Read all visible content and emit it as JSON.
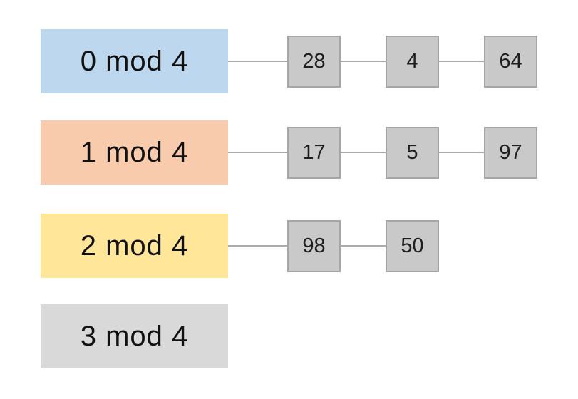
{
  "diagram": {
    "kind": "hash-table-separate-chaining",
    "colors": {
      "bucket_0_fill": "#BDD7EE",
      "bucket_1_fill": "#F8CBAD",
      "bucket_2_fill": "#FFE699",
      "bucket_3_fill": "#D9D9D9",
      "node_fill": "#C9C9C9",
      "node_border": "#A6A6A6",
      "connector": "#ABABAB",
      "text": "#111111",
      "background": "#FFFFFF"
    },
    "buckets": [
      {
        "label": "0 mod 4",
        "nodes": [
          "28",
          "4",
          "64"
        ]
      },
      {
        "label": "1 mod 4",
        "nodes": [
          "17",
          "5",
          "97"
        ]
      },
      {
        "label": "2 mod 4",
        "nodes": [
          "98",
          "50"
        ]
      },
      {
        "label": "3 mod 4",
        "nodes": []
      }
    ]
  }
}
